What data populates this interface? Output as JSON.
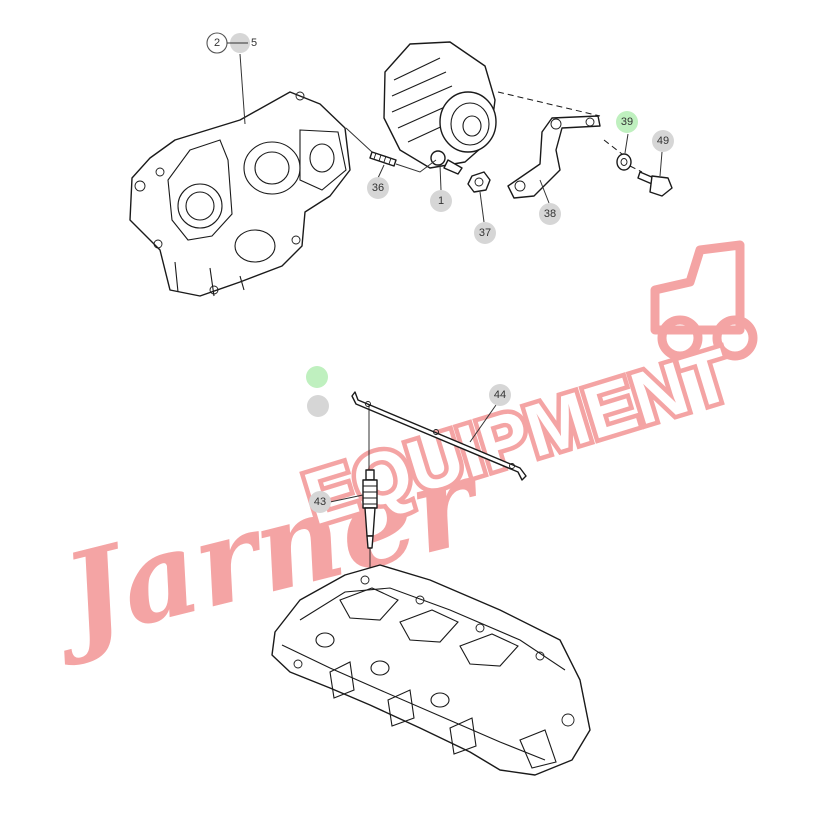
{
  "callouts": {
    "top": [
      {
        "id": "c2",
        "label": "2",
        "style": "ring"
      },
      {
        "id": "c5",
        "label": "5",
        "style": "plain"
      },
      {
        "id": "c36",
        "label": "36",
        "style": "grey"
      },
      {
        "id": "c1",
        "label": "1",
        "style": "grey"
      },
      {
        "id": "c37",
        "label": "37",
        "style": "grey"
      },
      {
        "id": "c38",
        "label": "38",
        "style": "grey"
      },
      {
        "id": "c39",
        "label": "39",
        "style": "green"
      },
      {
        "id": "c49",
        "label": "49",
        "style": "grey"
      }
    ],
    "bottom": [
      {
        "id": "c44",
        "label": "44",
        "style": "grey"
      },
      {
        "id": "c43",
        "label": "43",
        "style": "grey"
      }
    ],
    "blank_markers": [
      {
        "id": "m-green",
        "style": "green"
      },
      {
        "id": "m-grey",
        "style": "grey"
      }
    ]
  },
  "colors": {
    "green": "#bff0bf",
    "grey": "#d6d6d6",
    "watermark": "#f08080",
    "line": "#1a1a1a"
  },
  "watermark": {
    "script_text": "Jarner",
    "block_text": "EQUIPMENT"
  }
}
